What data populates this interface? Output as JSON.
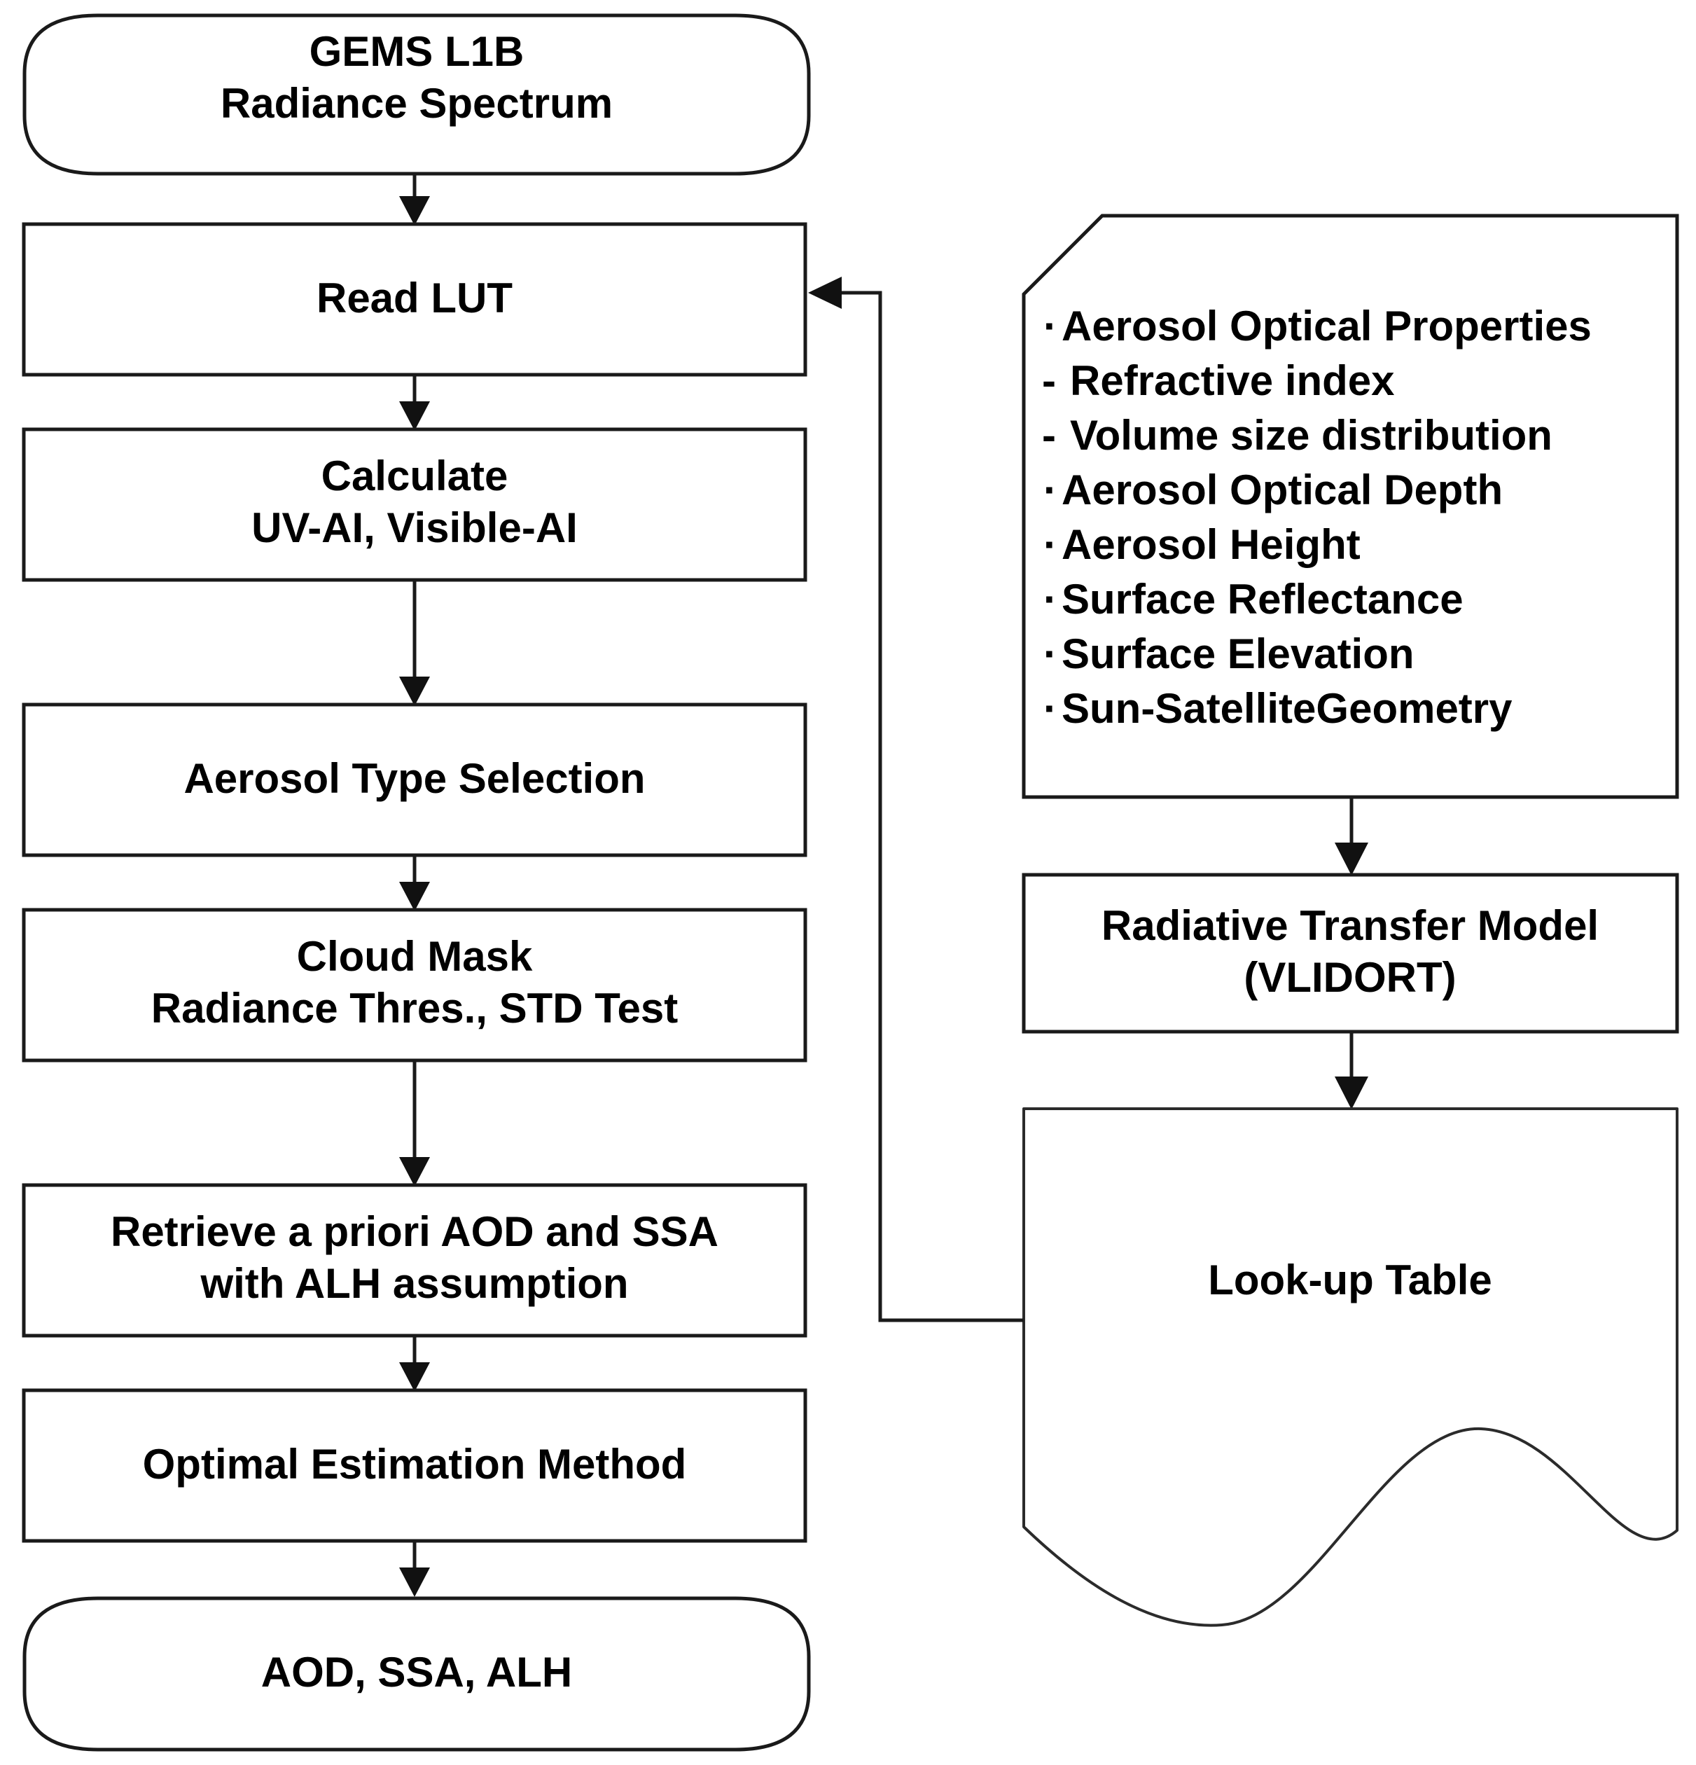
{
  "diagram": {
    "title": "GEMS aerosol retrieval algorithm flowchart",
    "colors": {
      "background": "#ffffff",
      "stroke": "#1a1a1a",
      "text": "#000000"
    },
    "left_column": {
      "start_node": {
        "shape": "rounded-terminator",
        "line1": "GEMS L1B",
        "line2": "Radiance Spectrum"
      },
      "steps": [
        {
          "id": "read-lut",
          "shape": "rect",
          "line1": "Read LUT",
          "line2": ""
        },
        {
          "id": "calculate-ai",
          "shape": "rect",
          "line1": "Calculate",
          "line2": "UV-AI, Visible-AI"
        },
        {
          "id": "aerosol-type-selection",
          "shape": "rect",
          "line1": "Aerosol Type Selection",
          "line2": ""
        },
        {
          "id": "cloud-mask",
          "shape": "rect",
          "line1": "Cloud Mask",
          "line2": "Radiance Thres., STD Test"
        },
        {
          "id": "retrieve-a-priori",
          "shape": "rect",
          "line1": "Retrieve a priori AOD and SSA",
          "line2": "with ALH assumption"
        },
        {
          "id": "optimal-estimation",
          "shape": "rect",
          "line1": "Optimal Estimation Method",
          "line2": ""
        }
      ],
      "end_node": {
        "shape": "rounded-terminator",
        "line1": "AOD, SSA, ALH",
        "line2": ""
      }
    },
    "right_column": {
      "inputs_node": {
        "id": "aerosol-inputs",
        "shape": "notched-rect",
        "items": [
          {
            "marker": "·",
            "label": "Aerosol Optical Properties"
          },
          {
            "marker": "-",
            "label": "Refractive index"
          },
          {
            "marker": "-",
            "label": "Volume size distribution"
          },
          {
            "marker": "·",
            "label": "Aerosol Optical Depth"
          },
          {
            "marker": "·",
            "label": "Aerosol Height"
          },
          {
            "marker": "·",
            "label": "Surface Reflectance"
          },
          {
            "marker": "·",
            "label": "Surface Elevation"
          },
          {
            "marker": "·",
            "label": "Sun-SatelliteGeometry"
          }
        ]
      },
      "rtm_node": {
        "id": "radiative-transfer-model",
        "shape": "rect",
        "line1": "Radiative Transfer Model",
        "line2": "(VLIDORT)"
      },
      "lut_node": {
        "id": "look-up-table",
        "shape": "document-wavy-bottom",
        "line1": "Look-up Table",
        "line2": ""
      }
    },
    "connectors": [
      {
        "id": "start-to-read-lut",
        "from": "start_node",
        "to": "read-lut",
        "kind": "vertical-arrow"
      },
      {
        "id": "read-lut-to-calculate",
        "from": "read-lut",
        "to": "calculate-ai",
        "kind": "vertical-arrow"
      },
      {
        "id": "calculate-to-type",
        "from": "calculate-ai",
        "to": "aerosol-type-selection",
        "kind": "vertical-arrow"
      },
      {
        "id": "type-to-cloud-mask",
        "from": "aerosol-type-selection",
        "to": "cloud-mask",
        "kind": "vertical-arrow"
      },
      {
        "id": "cloud-mask-to-retrieve",
        "from": "cloud-mask",
        "to": "retrieve-a-priori",
        "kind": "vertical-arrow"
      },
      {
        "id": "retrieve-to-optimal",
        "from": "retrieve-a-priori",
        "to": "optimal-estimation",
        "kind": "vertical-arrow"
      },
      {
        "id": "optimal-to-end",
        "from": "optimal-estimation",
        "to": "end_node",
        "kind": "vertical-arrow"
      },
      {
        "id": "inputs-to-rtm",
        "from": "aerosol-inputs",
        "to": "radiative-transfer-model",
        "kind": "vertical-arrow"
      },
      {
        "id": "rtm-to-lut",
        "from": "radiative-transfer-model",
        "to": "look-up-table",
        "kind": "vertical-arrow"
      },
      {
        "id": "lut-feedback-to-read-lut",
        "from": "look-up-table",
        "to": "read-lut",
        "kind": "elbow-arrow-left-up"
      }
    ]
  }
}
